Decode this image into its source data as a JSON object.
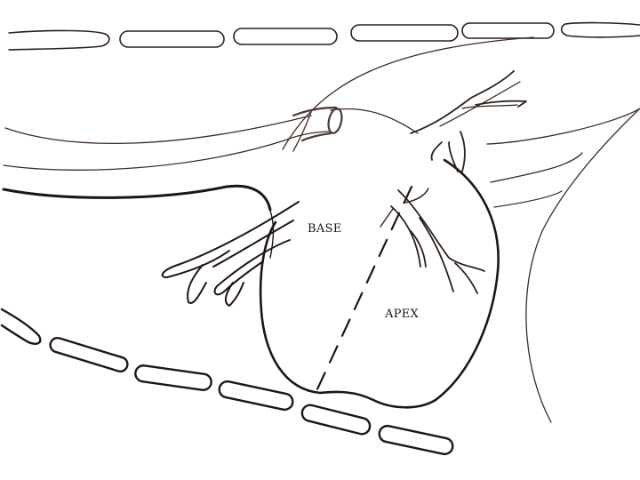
{
  "diagram": {
    "type": "anatomical-sketch",
    "subject": "heart in thoracic cavity (lateral view)",
    "labels": {
      "base": "BASE",
      "apex": "APEX"
    },
    "annotations": {
      "axis_line": "dashed line from base to apex"
    },
    "colors": {
      "ink": "#2b1f1a",
      "ink_light": "#4a3a33",
      "background": "#ffffff"
    }
  }
}
